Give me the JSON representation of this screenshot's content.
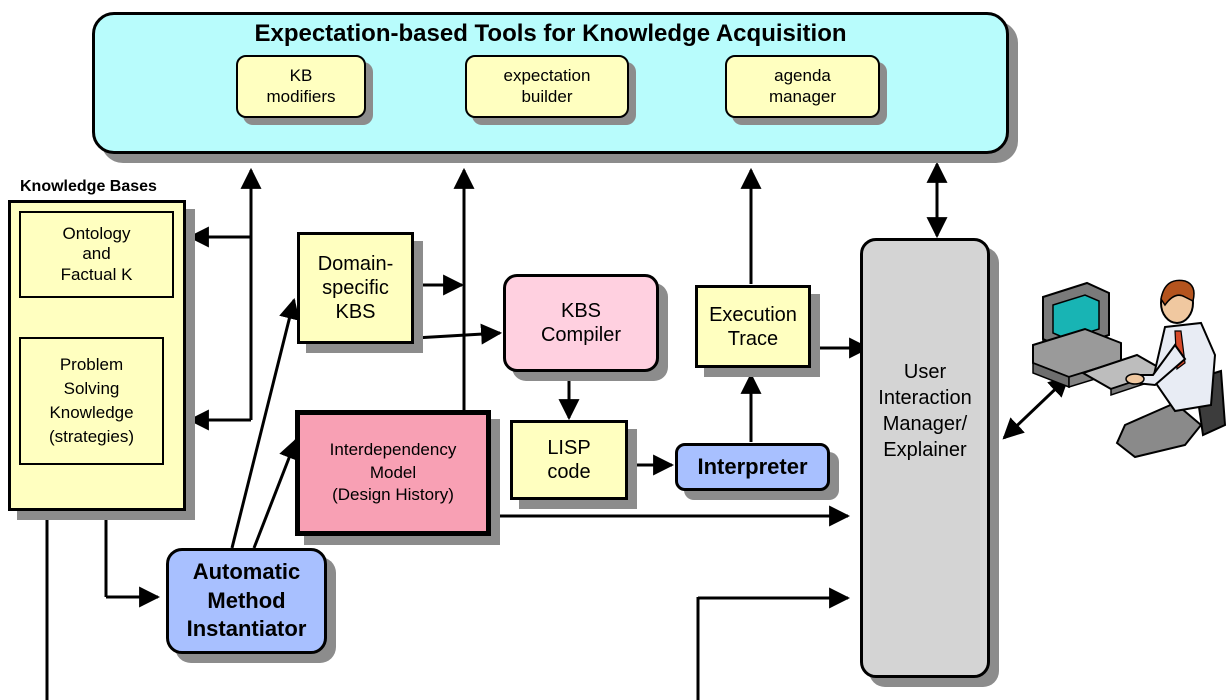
{
  "top_panel": {
    "title": "Expectation-based Tools for Knowledge Acquisition",
    "tools": [
      {
        "line1": "KB",
        "line2": "modifiers"
      },
      {
        "line1": "expectation",
        "line2": "builder"
      },
      {
        "line1": "agenda",
        "line2": "manager"
      }
    ]
  },
  "knowledge_bases": {
    "label": "Knowledge Bases",
    "ontology": {
      "line1": "Ontology",
      "line2": "and",
      "line3": "Factual K"
    },
    "psk": {
      "line1": "Problem",
      "line2": "Solving",
      "line3": "Knowledge",
      "line4": "(strategies)"
    }
  },
  "domain_kbs": {
    "line1": "Domain-",
    "line2": "specific",
    "line3": "KBS"
  },
  "kbs_compiler": {
    "line1": "KBS",
    "line2": "Compiler"
  },
  "execution_trace": {
    "line1": "Execution",
    "line2": "Trace"
  },
  "interdependency": {
    "line1": "Interdependency",
    "line2": "Model",
    "line3": "(Design History)"
  },
  "lisp_code": {
    "line1": "LISP",
    "line2": "code"
  },
  "interpreter": {
    "label": "Interpreter"
  },
  "automatic_method": {
    "line1": "Automatic",
    "line2": "Method",
    "line3": "Instantiator"
  },
  "user_interaction": {
    "line1": "User",
    "line2": "Interaction",
    "line3": "Manager/",
    "line4": "Explainer"
  },
  "colors": {
    "top_panel": "#b8fcfc",
    "tool_boxes": "#ffffc0",
    "compiler": "#ffd0e0",
    "interdependency": "#f8a0b4",
    "blue_boxes": "#a8c0ff",
    "user_panel": "#d4d4d4",
    "shadow": "#8c8c8c"
  }
}
